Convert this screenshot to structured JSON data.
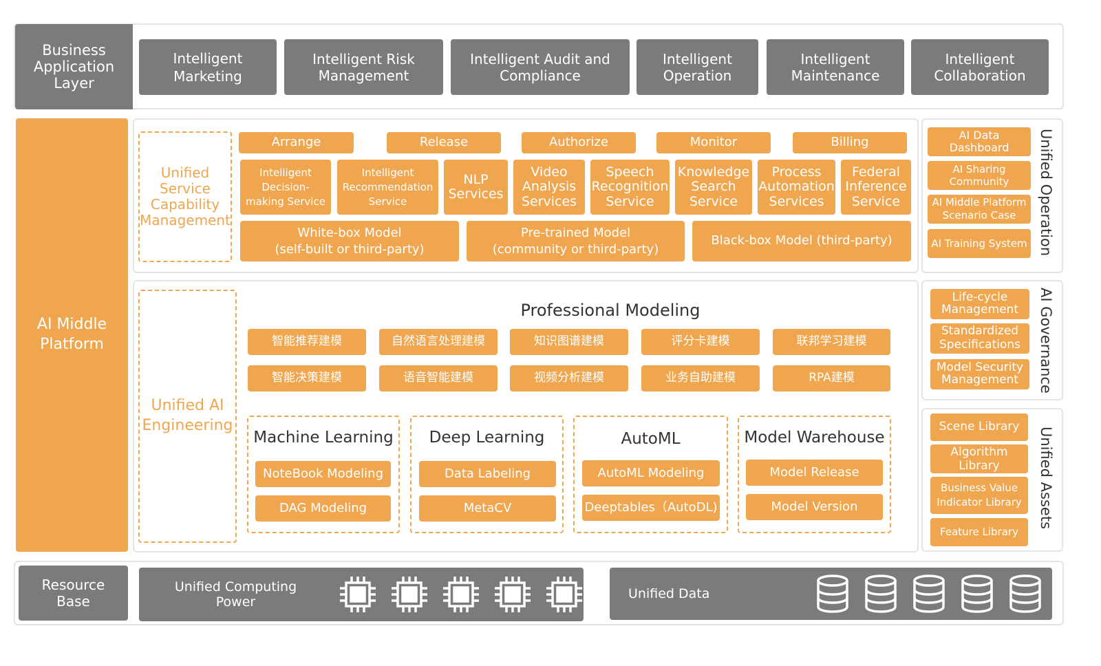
{
  "business_layer": {
    "label": "Business\nApplication\nLayer",
    "apps": [
      "Intelligent\nMarketing",
      "Intelligent Risk\nManagement",
      "Intelligent Audit and\nCompliance",
      "Intelligent\nOperation",
      "Intelligent\nMaintenance",
      "Intelligent\nCollaboration"
    ]
  },
  "ai_platform": {
    "label": "AI Middle\nPlatform",
    "service": {
      "label": "Unified\nService\nCapability\nManagement",
      "ops": [
        "Arrange",
        "Release",
        "Authorize",
        "Monitor",
        "Billing"
      ],
      "services": [
        "Intelligent\nDecision-\nmaking Service",
        "Intelligent\nRecommendation\nService",
        "NLP\nServices",
        "Video\nAnalysis\nServices",
        "Speech\nRecognition\nService",
        "Knowledge\nSearch\nService",
        "Process\nAutomation\nServices",
        "Federal\nInference\nService"
      ],
      "models": [
        "White-box Model\n(self-built or third-party)",
        "Pre-trained Model\n(community or third-party)",
        "Black-box Model (third-party)"
      ]
    },
    "engineering": {
      "label": "Unified AI\nEngineering",
      "professional_title": "Professional Modeling",
      "professional_items": [
        "智能推荐建模",
        "自然语言处理建模",
        "知识图谱建模",
        "评分卡建模",
        "联邦学习建模",
        "智能决策建模",
        "语音智能建模",
        "视频分析建模",
        "业务自助建模",
        "RPA建模"
      ],
      "groups": [
        {
          "title": "Machine Learning",
          "items": [
            "NoteBook Modeling",
            "DAG Modeling"
          ]
        },
        {
          "title": "Deep Learning",
          "items": [
            "Data Labeling",
            "MetaCV"
          ]
        },
        {
          "title": "AutoML",
          "items": [
            "AutoML Modeling",
            "Deeptables（AutoDL)"
          ]
        },
        {
          "title": "Model Warehouse",
          "items": [
            "Model Release",
            "Model Version"
          ]
        }
      ]
    }
  },
  "right_panels": {
    "operation": {
      "label": "Unified Operation",
      "items": [
        "AI Data\nDashboard",
        "AI Sharing\nCommunity",
        "AI Middle Platform\nScenario Case",
        "AI Training System"
      ]
    },
    "governance": {
      "label": "AI Governance",
      "items": [
        "Life-cycle\nManagement",
        "Standardized\nSpecifications",
        "Model Security\nManagement"
      ]
    },
    "assets": {
      "label": "Unified Assets",
      "items": [
        "Scene Library",
        "Algorithm\nLibrary",
        "Business Value\nIndicator Library",
        "Feature Library"
      ]
    }
  },
  "resource": {
    "label": "Resource\nBase",
    "computing": "Unified Computing Power",
    "data": "Unified Data"
  },
  "icons": {
    "chip": "cpu-chip-icon",
    "db": "database-icon"
  },
  "colors": {
    "orange": "#f0a64f",
    "gray": "#7b7b7b",
    "frame": "#e4e4e4"
  }
}
